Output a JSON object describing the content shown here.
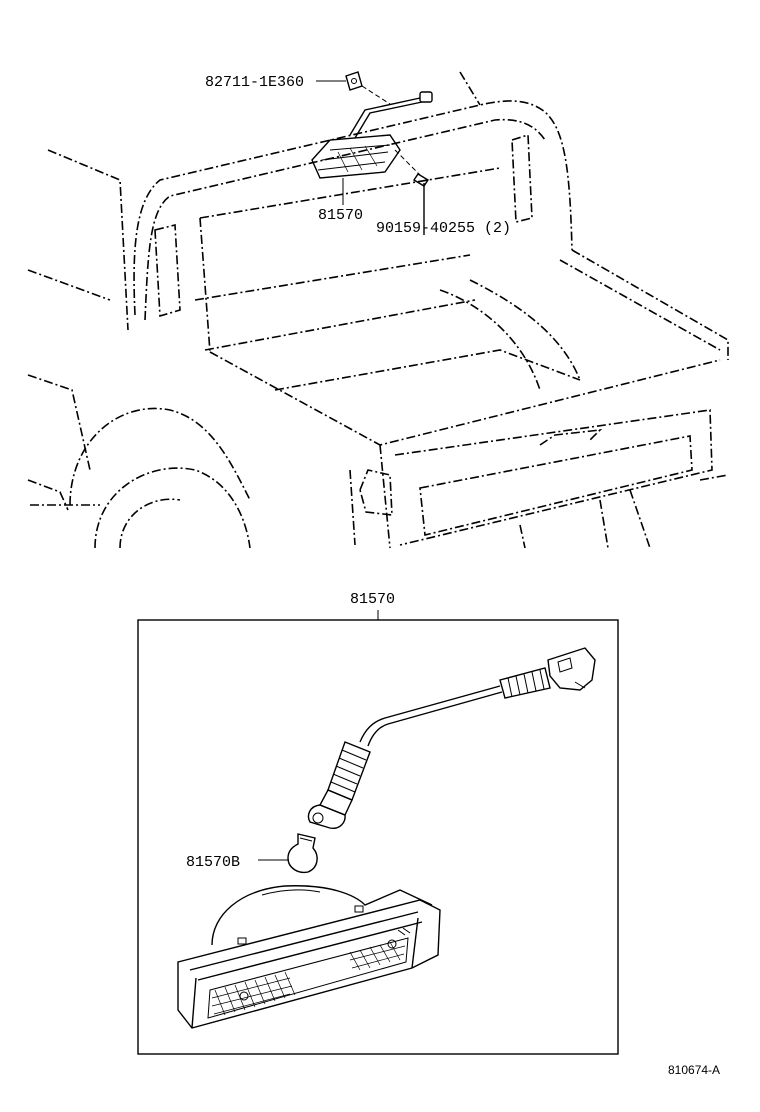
{
  "labels": {
    "bracket_part": "82711-1E360",
    "lamp_part_top": "81570",
    "screw_part": "90159-40255 (2)",
    "detail_header": "81570",
    "bulb_part": "81570B",
    "figure_code": "810674-A"
  }
}
